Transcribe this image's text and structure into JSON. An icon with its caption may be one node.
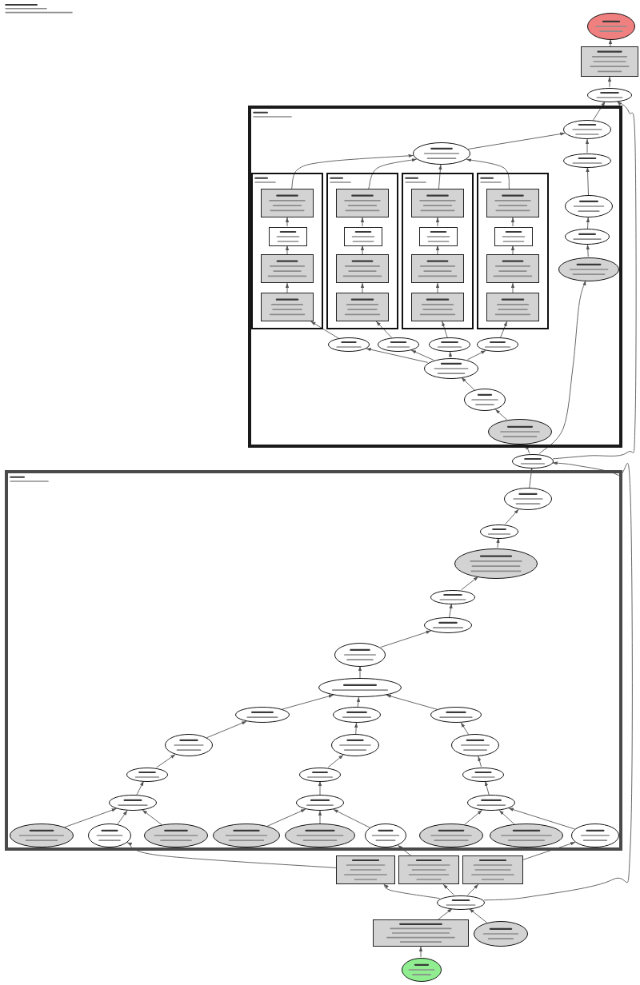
{
  "diagram": {
    "nodes": [
      {
        "text": [],
        "shape": "ellipse"
      },
      {
        "text": [],
        "shape": "box"
      },
      {
        "text": [],
        "shape": "ellipse"
      },
      {
        "text": [],
        "shape": "box"
      },
      {
        "text": [],
        "shape": "ellipse",
        "in": 3
      },
      {
        "text": [],
        "shape": "ellipse",
        "in": 3
      },
      {
        "text": [],
        "shape": "ellipse",
        "in": 3
      },
      {
        "text": [],
        "shape": "box",
        "in": 3
      },
      {
        "text": [],
        "shape": "box",
        "in": 7
      },
      {
        "text": [],
        "shape": "box",
        "in": 7
      },
      {
        "text": [],
        "shape": "box",
        "in": 7
      },
      {
        "text": [],
        "shape": "box",
        "in": 7
      },
      {
        "text": [],
        "shape": "box",
        "in": 3
      },
      {
        "text": [],
        "shape": "box",
        "in": 12
      },
      {
        "text": [],
        "shape": "box",
        "in": 12
      },
      {
        "text": [],
        "shape": "box",
        "in": 12
      },
      {
        "text": [],
        "shape": "box",
        "in": 12
      },
      {
        "text": [],
        "shape": "box",
        "in": 3
      },
      {
        "text": [],
        "shape": "box",
        "in": 17
      },
      {
        "text": [],
        "shape": "box",
        "in": 17
      },
      {
        "text": [],
        "shape": "box",
        "in": 17
      },
      {
        "text": [],
        "shape": "box",
        "in": 17
      },
      {
        "text": [],
        "shape": "box",
        "in": 3
      },
      {
        "text": [],
        "shape": "box",
        "in": 22
      },
      {
        "text": [],
        "shape": "box",
        "in": 22
      },
      {
        "text": [],
        "shape": "box",
        "in": 22
      },
      {
        "text": [],
        "shape": "box",
        "in": 22
      },
      {
        "text": [],
        "shape": "ellipse",
        "in": 3
      },
      {
        "text": [],
        "shape": "ellipse",
        "in": 3
      },
      {
        "text": [],
        "shape": "ellipse",
        "in": 3
      },
      {
        "text": [],
        "shape": "ellipse",
        "in": 3
      },
      {
        "text": [],
        "shape": "ellipse",
        "in": 3
      },
      {
        "text": [],
        "shape": "ellipse",
        "in": 3
      },
      {
        "text": [],
        "shape": "ellipse",
        "in": 3
      },
      {
        "text": [],
        "shape": "ellipse",
        "in": 3
      },
      {
        "text": [],
        "shape": "ellipse",
        "in": 3
      },
      {
        "text": [],
        "shape": "ellipse",
        "in": 3
      },
      {
        "text": [],
        "shape": "ellipse"
      },
      {
        "text": [],
        "shape": "box"
      },
      {
        "text": [],
        "shape": "ellipse",
        "in": 38
      },
      {
        "text": [],
        "shape": "ellipse",
        "in": 38
      },
      {
        "text": [],
        "shape": "ellipse",
        "in": 38
      },
      {
        "text": [],
        "shape": "ellipse",
        "in": 38
      },
      {
        "text": [],
        "shape": "ellipse",
        "in": 38
      },
      {
        "text": [],
        "shape": "ellipse",
        "in": 38
      },
      {
        "text": [],
        "shape": "ellipse",
        "in": 38
      },
      {
        "text": [],
        "shape": "ellipse",
        "in": 38
      },
      {
        "text": [],
        "shape": "ellipse",
        "in": 38
      },
      {
        "text": [],
        "shape": "ellipse",
        "in": 38
      },
      {
        "text": [],
        "shape": "ellipse",
        "in": 38
      },
      {
        "text": [],
        "shape": "ellipse",
        "in": 38
      },
      {
        "text": [],
        "shape": "ellipse",
        "in": 38
      },
      {
        "text": [],
        "shape": "ellipse",
        "in": 38
      },
      {
        "text": [],
        "shape": "ellipse",
        "in": 38
      },
      {
        "text": [],
        "shape": "ellipse",
        "in": 38
      },
      {
        "text": [],
        "shape": "ellipse",
        "in": 38
      },
      {
        "text": [],
        "shape": "ellipse",
        "in": 38
      },
      {
        "text": [],
        "shape": "ellipse",
        "in": 38
      },
      {
        "text": [],
        "shape": "ellipse",
        "in": 38
      },
      {
        "text": [],
        "shape": "ellipse",
        "in": 38
      },
      {
        "text": [],
        "shape": "ellipse",
        "in": 38
      },
      {
        "text": [],
        "shape": "ellipse",
        "in": 38
      },
      {
        "text": [],
        "shape": "ellipse",
        "in": 38
      },
      {
        "text": [],
        "shape": "ellipse",
        "in": 38
      },
      {
        "text": [],
        "shape": "ellipse",
        "in": 38
      },
      {
        "text": [],
        "shape": "ellipse",
        "in": 38
      },
      {
        "text": [],
        "shape": "ellipse",
        "in": 38
      },
      {
        "text": [],
        "shape": "box"
      },
      {
        "text": [],
        "shape": "box"
      },
      {
        "text": [],
        "shape": "box"
      },
      {
        "text": [],
        "shape": "ellipse"
      },
      {
        "text": [],
        "shape": "box"
      },
      {
        "text": [],
        "shape": "ellipse"
      },
      {
        "text": [],
        "shape": "ellipse"
      }
    ],
    "edges": [
      {
        "from": 1,
        "to": 0,
        "arrow": "to"
      },
      {
        "from": 2,
        "to": 1,
        "arrow": "to"
      },
      {
        "from": 4,
        "to": 2,
        "arrow": "to"
      },
      {
        "from": 37,
        "to": 2,
        "arrow": "to"
      },
      {
        "from": 6,
        "to": 4,
        "arrow": "to"
      },
      {
        "from": 5,
        "to": 4,
        "arrow": "to"
      },
      {
        "from": 27,
        "to": 5,
        "arrow": "to"
      },
      {
        "from": 28,
        "to": 27,
        "arrow": "to"
      },
      {
        "from": 29,
        "to": 28,
        "arrow": "to"
      },
      {
        "from": 37,
        "to": 29,
        "arrow": "to"
      },
      {
        "from": 8,
        "to": 6,
        "arrow": "to"
      },
      {
        "from": 13,
        "to": 6,
        "arrow": "to"
      },
      {
        "from": 18,
        "to": 6,
        "arrow": "to"
      },
      {
        "from": 23,
        "to": 6,
        "arrow": "to"
      },
      {
        "from": 9,
        "to": 8,
        "arrow": "to"
      },
      {
        "from": 10,
        "to": 9,
        "arrow": "to"
      },
      {
        "from": 11,
        "to": 10,
        "arrow": "to"
      },
      {
        "from": 14,
        "to": 13,
        "arrow": "to"
      },
      {
        "from": 15,
        "to": 14,
        "arrow": "to"
      },
      {
        "from": 16,
        "to": 15,
        "arrow": "to"
      },
      {
        "from": 19,
        "to": 18,
        "arrow": "to"
      },
      {
        "from": 20,
        "to": 19,
        "arrow": "to"
      },
      {
        "from": 21,
        "to": 20,
        "arrow": "to"
      },
      {
        "from": 24,
        "to": 23,
        "arrow": "to"
      },
      {
        "from": 25,
        "to": 24,
        "arrow": "to"
      },
      {
        "from": 26,
        "to": 25,
        "arrow": "to"
      },
      {
        "from": 30,
        "to": 11,
        "arrow": "to"
      },
      {
        "from": 31,
        "to": 16,
        "arrow": "to"
      },
      {
        "from": 32,
        "to": 21,
        "arrow": "to"
      },
      {
        "from": 33,
        "to": 26,
        "arrow": "to"
      },
      {
        "from": 34,
        "to": 30,
        "arrow": "to"
      },
      {
        "from": 34,
        "to": 31,
        "arrow": "to"
      },
      {
        "from": 34,
        "to": 32,
        "arrow": "to"
      },
      {
        "from": 34,
        "to": 33,
        "arrow": "to"
      },
      {
        "from": 35,
        "to": 34,
        "arrow": "to"
      },
      {
        "from": 36,
        "to": 35,
        "arrow": "to"
      },
      {
        "from": 37,
        "to": 36,
        "arrow": "to"
      },
      {
        "from": 39,
        "to": 37,
        "arrow": "to"
      },
      {
        "from": 70,
        "to": 37,
        "arrow": "to"
      },
      {
        "from": 40,
        "to": 39,
        "arrow": "to"
      },
      {
        "from": 41,
        "to": 40,
        "arrow": "to"
      },
      {
        "from": 42,
        "to": 41,
        "arrow": "to"
      },
      {
        "from": 43,
        "to": 42,
        "arrow": "to"
      },
      {
        "from": 44,
        "to": 43,
        "arrow": "to"
      },
      {
        "from": 45,
        "to": 44,
        "arrow": "to"
      },
      {
        "from": 46,
        "to": 45,
        "arrow": "to"
      },
      {
        "from": 47,
        "to": 45,
        "arrow": "to"
      },
      {
        "from": 48,
        "to": 45,
        "arrow": "to"
      },
      {
        "from": 49,
        "to": 46,
        "arrow": "to"
      },
      {
        "from": 50,
        "to": 47,
        "arrow": "to"
      },
      {
        "from": 51,
        "to": 48,
        "arrow": "to"
      },
      {
        "from": 52,
        "to": 49,
        "arrow": "to"
      },
      {
        "from": 53,
        "to": 50,
        "arrow": "to"
      },
      {
        "from": 54,
        "to": 51,
        "arrow": "to"
      },
      {
        "from": 55,
        "to": 52,
        "arrow": "to"
      },
      {
        "from": 56,
        "to": 53,
        "arrow": "to"
      },
      {
        "from": 57,
        "to": 54,
        "arrow": "to"
      },
      {
        "from": 58,
        "to": 55,
        "arrow": "to"
      },
      {
        "from": 59,
        "to": 55,
        "arrow": "to"
      },
      {
        "from": 60,
        "to": 55,
        "arrow": "to"
      },
      {
        "from": 61,
        "to": 56,
        "arrow": "to"
      },
      {
        "from": 62,
        "to": 56,
        "arrow": "to"
      },
      {
        "from": 63,
        "to": 56,
        "arrow": "to"
      },
      {
        "from": 64,
        "to": 57,
        "arrow": "to"
      },
      {
        "from": 65,
        "to": 57,
        "arrow": "to"
      },
      {
        "from": 66,
        "to": 57,
        "arrow": "to"
      },
      {
        "from": 67,
        "to": 59,
        "arrow": "to"
      },
      {
        "from": 68,
        "to": 63,
        "arrow": "to"
      },
      {
        "from": 69,
        "to": 66,
        "arrow": "to"
      },
      {
        "from": 70,
        "to": 67,
        "arrow": "to"
      },
      {
        "from": 70,
        "to": 68,
        "arrow": "to"
      },
      {
        "from": 70,
        "to": 69,
        "arrow": "to"
      },
      {
        "from": 71,
        "to": 70,
        "arrow": "to"
      },
      {
        "from": 72,
        "to": 70,
        "arrow": "to"
      },
      {
        "from": 73,
        "to": 71,
        "arrow": "to"
      }
    ]
  }
}
